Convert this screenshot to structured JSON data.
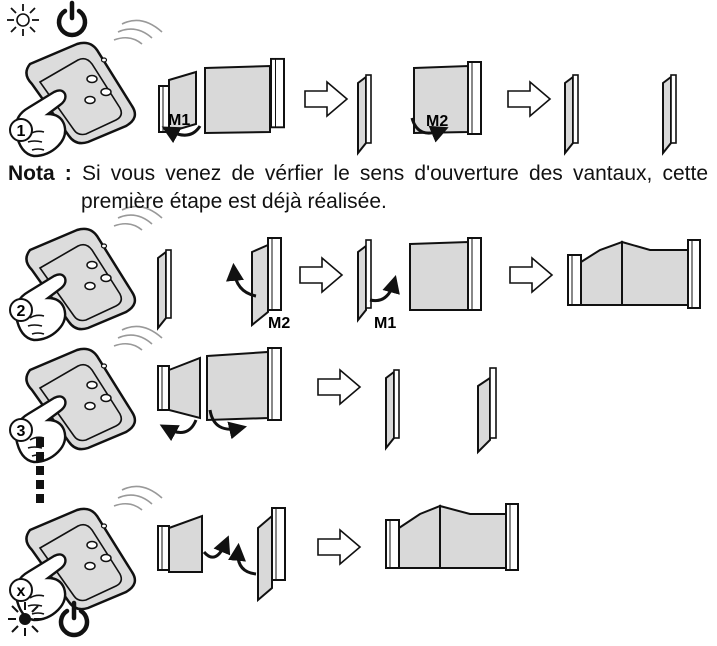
{
  "steps": [
    {
      "badge": "1"
    },
    {
      "badge": "2"
    },
    {
      "badge": "3"
    },
    {
      "badge": "x"
    }
  ],
  "motor_labels": {
    "m1": "M1",
    "m2": "M2"
  },
  "note": {
    "label": "Nota :",
    "line1": "Si vous venez de vérfier le sens d'ouverture des vantaux, cette",
    "line2": "première étape est déjà réalisée."
  },
  "icons": {
    "status_top": [
      "blinking-light-icon",
      "power-icon"
    ],
    "status_bottom": [
      "steady-light-icon",
      "power-icon"
    ],
    "remote": "remote-control-icon",
    "hand": "hand-press-icon",
    "arrow": "next-arrow-icon"
  },
  "colors": {
    "panel_fill": "#d9d9d9",
    "stroke": "#111111"
  }
}
